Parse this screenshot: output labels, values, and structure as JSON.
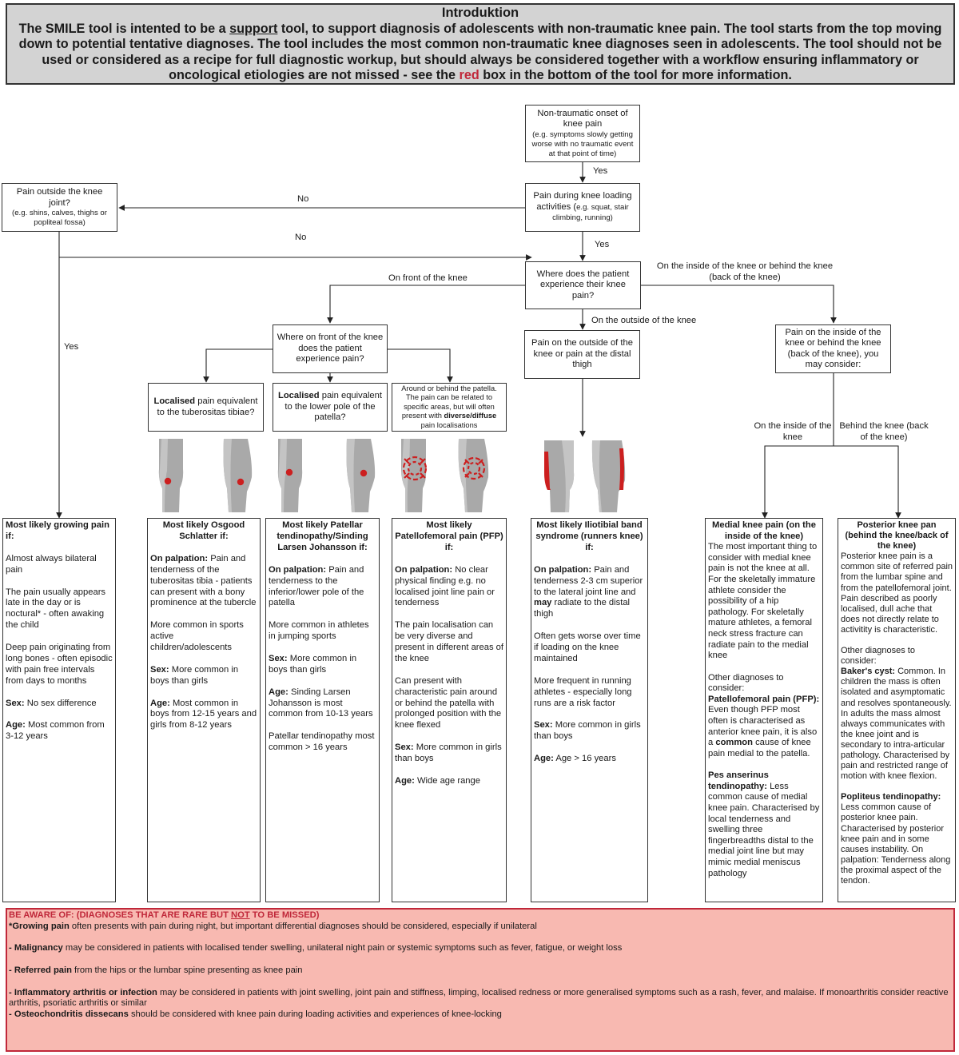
{
  "intro": {
    "title": "Introduktion",
    "text_1": "The SMILE tool is intented to be a ",
    "text_underlined": "support",
    "text_2": " tool, to support diagnosis of adolescents with non-traumatic knee pain. The tool starts from the top moving down to potential tentative diagnoses. The tool includes the most common non-traumatic knee diagnoses seen in adolescents. The tool should not be used or considered as a recipe for full diagnostic workup, but should always be considered together with a workflow ensuring inflammatory or oncological etiologies are not missed - see the ",
    "text_red": "red",
    "text_3": " box in the bottom of the tool for more information."
  },
  "nodes": {
    "onset": {
      "main": "Non-traumatic onset of knee pain",
      "small": "(e.g. symptoms slowly getting worse with no traumatic event at that point of time)"
    },
    "loading": {
      "main": "Pain during knee loading activities (",
      "small": "e.g. squat, stair climbing, running)"
    },
    "outside_joint": {
      "main": "Pain outside the knee joint?",
      "small": "(e.g. shins, calves, thighs or popliteal fossa)"
    },
    "where": {
      "main": "Where does the patient experience their knee pain?"
    },
    "front": {
      "main": "Where on front of the knee does the patient experience pain?"
    },
    "outside_knee": {
      "main": "Pain on the outside of the knee or pain at the distal thigh"
    },
    "inside_behind": {
      "main": "Pain on the inside of the knee or behind the knee (back of the knee), you may consider:"
    },
    "tuberositas": {
      "bold": "Localised",
      "rest": " pain equivalent to the tuberositas tibiae?"
    },
    "lower_pole": {
      "bold": "Localised",
      "rest": " pain equivalent to the lower pole of the patella?"
    },
    "around": {
      "text": "Around or behind the patella. The pain can be related to specific areas, but will often present with ",
      "bold": "diverse/diffuse",
      "text_2": " pain localisations"
    }
  },
  "edge_labels": {
    "yes_1": "Yes",
    "yes_2": "Yes",
    "no_1": "No",
    "no_2": "No",
    "yes_left": "Yes",
    "front_of_knee": "On front of the knee",
    "outside_of_knee": "On the outside of the knee",
    "inside_or_behind": "On the inside of the knee or behind the knee (back of the knee)",
    "inside_of_knee": "On the inside of the knee",
    "behind_knee": "Behind the knee (back of the knee)"
  },
  "outcomes": {
    "growing": {
      "heading": "Most likely growing pain if:",
      "p1": "Almost always bilateral pain",
      "p2": "The pain usually appears late in the day or is noctural* - often awaking the child",
      "p3": "Deep pain originating from long bones - often episodic with pain free intervals from days to months",
      "sex_label": "Sex:",
      "sex": " No sex difference",
      "age_label": "Age:",
      "age": " Most common from 3-12 years"
    },
    "osgood": {
      "heading": "Most likely Osgood Schlatter if:",
      "palp_label": "On palpation:",
      "palp": " Pain and tenderness of the tuberositas tibia - patients can present with a bony prominence at the tubercle",
      "p2": "More common in sports active children/adolescents",
      "sex_label": "Sex:",
      "sex": " More common in boys than girls",
      "age_label": "Age:",
      "age": " Most common in boys from 12-15 years and girls from 8-12 years"
    },
    "patellar": {
      "heading": "Most likely Patellar tendinopathy/Sinding Larsen Johansson if:",
      "palp_label": "On palpation:",
      "palp": " Pain and tenderness to the inferior/lower pole of the patella",
      "p2": "More common in athletes in jumping sports",
      "sex_label": "Sex:",
      "sex": " More common in boys than girls",
      "age_label": "Age:",
      "age": " Sinding Larsen Johansson is most common from 10-13 years",
      "p5": "Patellar tendinopathy most common > 16 years"
    },
    "pfp": {
      "heading": "Most likely Patellofemoral pain (PFP) if:",
      "palp_label": "On palpation:",
      "palp": " No clear physical finding e.g. no localised joint line pain or tenderness",
      "p2": "The pain localisation can be very diverse and present in different areas of the knee",
      "p3": "Can present with characteristic pain around or behind the patella with prolonged position with the knee flexed",
      "sex_label": "Sex:",
      "sex": " More common in girls than boys",
      "age_label": "Age:",
      "age": " Wide age range"
    },
    "itb": {
      "heading": "Most likely Iliotibial band syndrome (runners knee) if:",
      "palp_label": "On palpation:",
      "palp_1": " Pain and tenderness 2-3 cm superior to the lateral joint line and ",
      "may": "may",
      "palp_2": " radiate to the distal thigh",
      "p2": "Often gets worse over time if loading on the knee maintained",
      "p3": "More frequent in running athletes - especially long runs are a risk factor",
      "sex_label": "Sex:",
      "sex": " More common in girls than boys",
      "age_label": "Age:",
      "age": " Age > 16 years"
    },
    "medial": {
      "heading": "Medial knee pain (on the inside of the knee)",
      "p1": "The most important thing to consider with medial knee pain is not the knee at all. For the skeletally immature athlete consider the possibility of a hip pathology. For skeletally mature athletes, a femoral neck stress fracture can radiate pain to the medial knee",
      "p2": "Other diagnoses to consider:",
      "pfp_label": "Patellofemoral pain (PFP):",
      "pfp_1": " Even though PFP most often is characterised as anterior knee pain, it is also a ",
      "common": "common",
      "pfp_2": " cause of knee pain medial to the patella.",
      "pes_label": "Pes anserinus tendinopathy:",
      "pes": " Less common cause of medial knee pain. Characterised by local tenderness and swelling three fingerbreadths distal to the medial joint line but may mimic medial meniscus pathology"
    },
    "posterior": {
      "heading": "Posterior knee pan (behind the knee/back of the knee)",
      "p1": "Posterior knee pain is a common site of referred pain from the lumbar spine and from the patellofemoral joint. Pain described as poorly localised, dull ache that does not directly relate to activitity is characteristic.",
      "p2": "Other diagnoses to consider:",
      "baker_label": "Baker's cyst:",
      "baker": " Common. In children the mass is often isolated and asymptomatic and resolves spontaneously. In adults the mass almost always communicates with the knee joint and is secondary to intra-articular pathology. Characterised by pain and restricted range of motion with knee flexion.",
      "pop_label": "Popliteus tendinopathy:",
      "pop": " Less common cause of posterior knee pain. Characterised by posterior knee pain and in some causes instability. On palpation: Tenderness along the proximal aspect of the tendon."
    }
  },
  "warning": {
    "title_1": "BE AWARE OF: (DIAGNOSES THAT ARE RARE BUT ",
    "title_not": "NOT",
    "title_2": " TO BE MISSED)",
    "l1_bold": "*Growing pain",
    "l1": " often presents with pain during night, but important differential diagnoses should be considered, especially if unilateral",
    "l2_bold": "- Malignancy",
    "l2": " may be considered in patients with localised tender swelling, unilateral night pain or systemic symptoms such as fever, fatigue, or weight loss",
    "l3_bold": "- Referred pain",
    "l3": " from the hips or the lumbar spine presenting as knee pain",
    "l4_bold": "- Inflammatory arthritis or infection",
    "l4": " may be considered in patients with joint swelling, joint pain and stiffness, limping, localised redness or more generalised symptoms such as a rash, fever, and malaise. If monoarthritis consider reactive arthritis, psoriatic arthritis or similar",
    "l5_bold": "- Osteochondritis dissecans",
    "l5": " should be considered with knee pain during loading activities and experiences of knee-locking"
  },
  "colors": {
    "intro_bg": "#d3d3d3",
    "warning_bg": "#f8b9b1",
    "warning_border": "#c0283a",
    "pain_marker": "#cc1f1f",
    "knee_grey": "#a9a9a9"
  },
  "icons": [
    "knee-front-tuberositas-icon",
    "knee-side-tuberositas-icon",
    "knee-front-lower-pole-icon",
    "knee-side-lower-pole-icon",
    "knee-front-diffuse-icon",
    "knee-side-diffuse-icon",
    "knee-front-lateral-band-icon",
    "knee-side-lateral-band-icon"
  ]
}
